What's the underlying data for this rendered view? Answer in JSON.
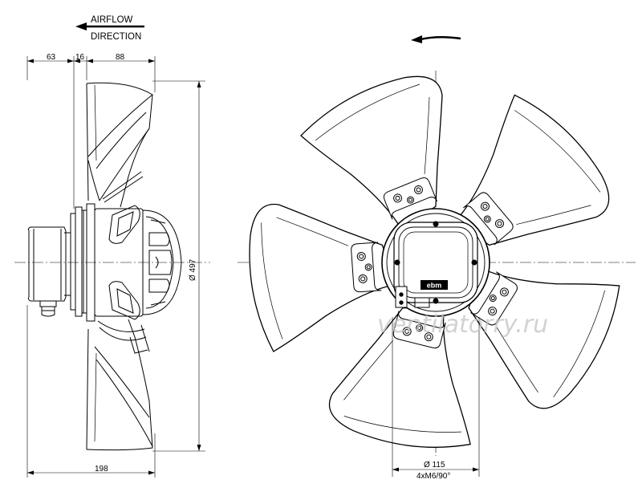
{
  "airflow": {
    "line1": "AIRFLOW",
    "line2": "DIRECTION"
  },
  "side_view": {
    "dim_63": "63",
    "dim_16": "16",
    "dim_88": "88",
    "dim_198": "198",
    "dim_diameter_497": "Ø 497"
  },
  "front_view": {
    "dim_diameter_115": "Ø 115",
    "dim_mount": "4xM6/90°",
    "logo_text": "ebm"
  },
  "watermark": "ventilatorry.ru"
}
